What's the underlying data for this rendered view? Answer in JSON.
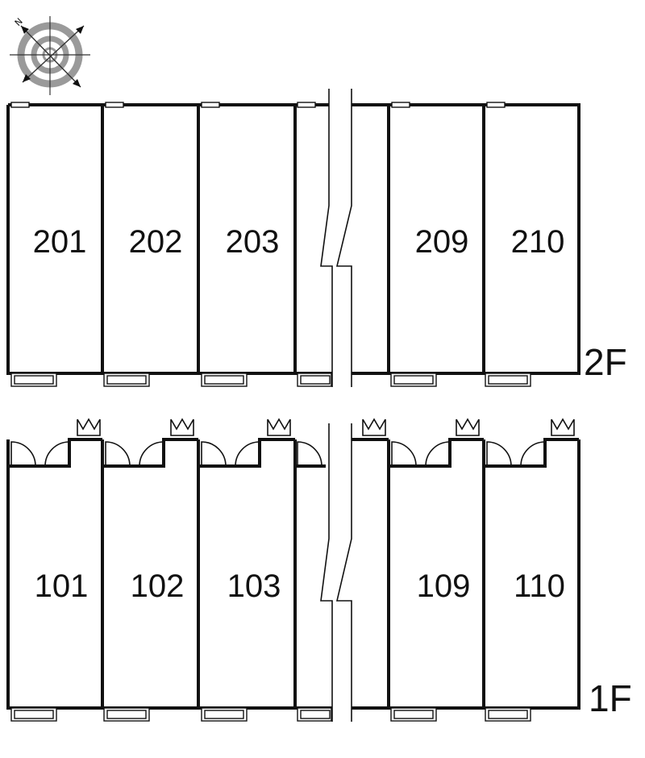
{
  "compass": {
    "icon": "compass-rose-icon"
  },
  "floors": [
    {
      "id": "2f",
      "label": "2F",
      "rooms": [
        "201",
        "202",
        "203",
        "209",
        "210"
      ]
    },
    {
      "id": "1f",
      "label": "1F",
      "rooms": [
        "101",
        "102",
        "103",
        "109",
        "110"
      ]
    }
  ],
  "colors": {
    "line": "#111111",
    "background": "#ffffff",
    "compass_ring": "#9a9a9a"
  }
}
